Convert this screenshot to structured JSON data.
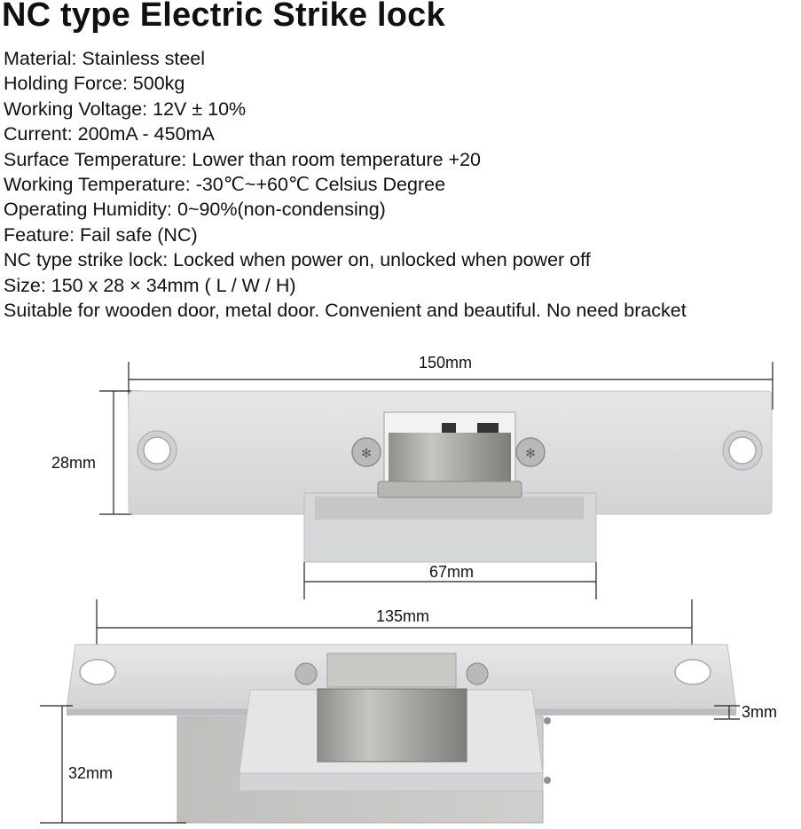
{
  "title": "NC type Electric Strike lock",
  "specs": [
    "Material: Stainless steel",
    "Holding Force: 500kg",
    "Working Voltage: 12V ± 10%",
    "Current: 200mA - 450mA",
    "Surface Temperature: Lower than room temperature +20",
    "Working Temperature: -30℃~+60℃ Celsius Degree",
    "Operating Humidity: 0~90%(non-condensing)",
    "Feature: Fail safe (NC)",
    "NC type strike lock: Locked when power on, unlocked when power off",
    "Size: 150 x 28 × 34mm ( L / W / H)",
    "Suitable for wooden door, metal door. Convenient and beautiful. No need bracket"
  ],
  "dimensions": {
    "length": "150mm",
    "width": "28mm",
    "lip": "67mm",
    "hole_spacing": "135mm",
    "plate_thickness": "3mm",
    "depth": "32mm"
  },
  "colors": {
    "plate": "#d9dadc",
    "plate_edge": "#b9bbbe",
    "steel": "#a9aaa6",
    "steel_dark": "#7d7e7b",
    "dim_line": "#222222"
  }
}
